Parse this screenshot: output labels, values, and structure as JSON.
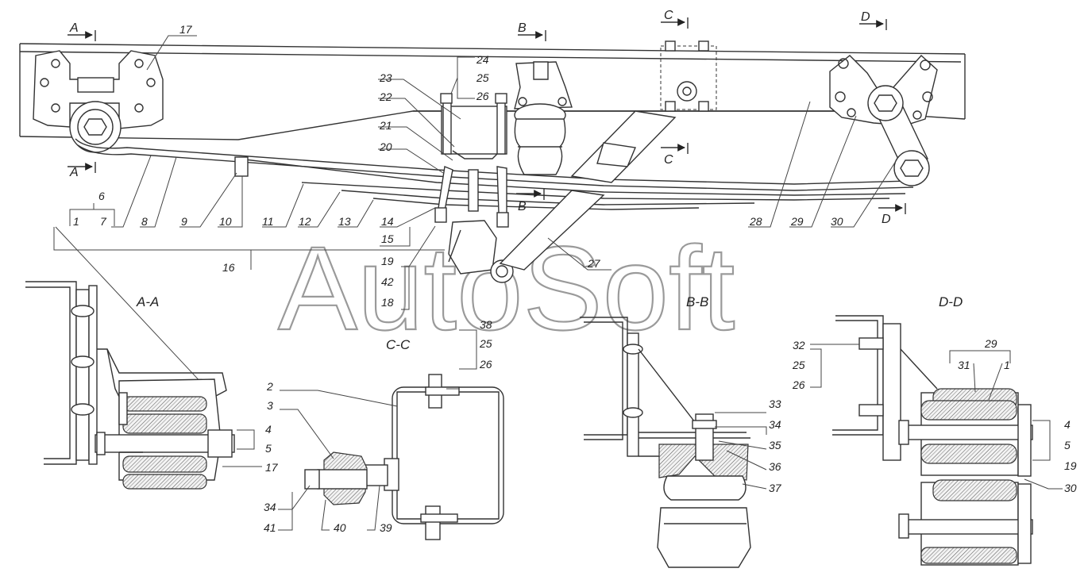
{
  "watermark": "AutoSoft",
  "section_marks": {
    "a_top": "A",
    "a_bottom": "A",
    "b_top": "B",
    "b_bottom": "B",
    "c_top": "C",
    "c_bottom": "C",
    "d_top": "D",
    "d_bottom": "D"
  },
  "view_titles": {
    "aa": "A-A",
    "bb": "B-B",
    "cc": "C-C",
    "dd": "D-D"
  },
  "callouts": {
    "main": [
      "6",
      "1",
      "7",
      "8",
      "9",
      "10",
      "11",
      "12",
      "13",
      "14",
      "15",
      "16",
      "17",
      "19",
      "42",
      "18",
      "20",
      "21",
      "22",
      "23",
      "24",
      "25",
      "26",
      "27",
      "28",
      "29",
      "30"
    ],
    "aa": [
      "4",
      "5",
      "17"
    ],
    "cc": [
      "38",
      "25",
      "26",
      "2",
      "3",
      "34",
      "41",
      "40",
      "39"
    ],
    "bb": [
      "33",
      "34",
      "35",
      "36",
      "37"
    ],
    "dd": [
      "32",
      "25",
      "26",
      "29",
      "31",
      "1",
      "4",
      "5",
      "19",
      "30"
    ]
  }
}
